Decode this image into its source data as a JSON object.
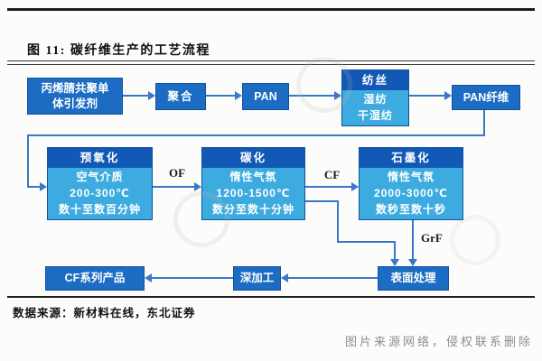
{
  "title": "图 11: 碳纤维生产的工艺流程",
  "colors": {
    "solid_box": "#1b6cc2",
    "split_header": "#1259b5",
    "split_body": "#3dabdf",
    "connector": "#3a77c9",
    "rule": "#1c1c1c",
    "note_gray": "#8d8d8d"
  },
  "nodes": {
    "monomer": {
      "line1": "丙烯腈共聚单",
      "line2": "体引发剂"
    },
    "polymerization": "聚合",
    "pan": "PAN",
    "spinning": {
      "header": "纺丝",
      "line1": "湿纺",
      "line2": "干湿纺"
    },
    "pan_fiber": "PAN纤维",
    "preoxidation": {
      "header": "预氧化",
      "line1": "空气介质",
      "line2": "200-300℃",
      "line3": "数十至数百分钟"
    },
    "carbonization": {
      "header": "碳化",
      "line1": "惰性气氛",
      "line2": "1200-1500℃",
      "line3": "数分至数十分钟"
    },
    "graphitization": {
      "header": "石墨化",
      "line1": "惰性气氛",
      "line2": "2000-3000℃",
      "line3": "数秒至数十秒"
    },
    "surface_treatment": "表面处理",
    "deep_processing": "深加工",
    "cf_products": "CF系列产品"
  },
  "edge_labels": {
    "preox_to_carb": "OF",
    "carb_to_graph": "CF",
    "graph_to_surface": "GrF"
  },
  "footer": {
    "source": "数据来源：新材料在线，东北证券",
    "copyright_note": "图片来源网络，侵权联系删除"
  }
}
